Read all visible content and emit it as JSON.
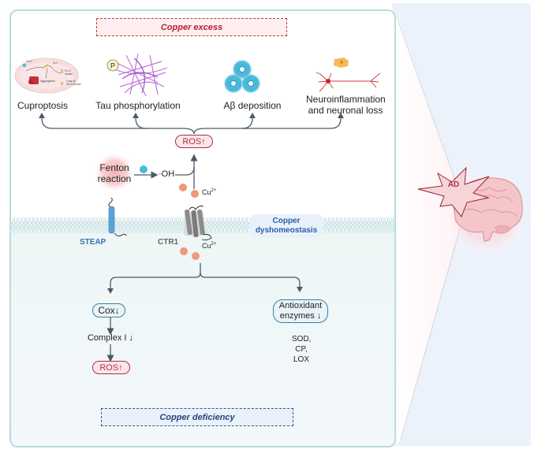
{
  "banners": {
    "copper_excess": "Copper excess",
    "copper_deficiency": "Copper deficiency"
  },
  "outcomes": [
    {
      "label": "Cuproptosis",
      "icon": "mitochondrion-icon"
    },
    {
      "label": "Tau phosphorylation",
      "icon": "tau-tangle-icon"
    },
    {
      "label": "Aβ deposition",
      "icon": "amyloid-plaque-icon"
    },
    {
      "label_line1": "Neuroinflammation",
      "label_line2": "and  neuronal loss",
      "icon": "neuron-icon"
    }
  ],
  "cuproptosis_inset": {
    "cu2": "Cu2+",
    "cu1": "Cu+",
    "dlat": "DLAT",
    "aggregation": "Aggregation",
    "fes_cluster": "Fe-S cluster",
    "loss": "Loss of Fe-S cluster"
  },
  "tau_badge": "P",
  "ros_top": "ROS↑",
  "fenton": {
    "line1": "Fenton",
    "line2": "reaction"
  },
  "oh": "·OH",
  "cu_top": {
    "base": "Cu",
    "sup": "2+"
  },
  "membrane": {
    "steap": "STEAP",
    "ctr1": "CTR1",
    "dyshomeostasis_line1": "Copper",
    "dyshomeostasis_line2": "dyshomeostasis"
  },
  "cu_bottom": {
    "base": "Cu",
    "sup": "2+"
  },
  "left_branch": {
    "cox": "Cox↓",
    "complex": "Complex I ↓",
    "ros": "ROS↑"
  },
  "right_branch": {
    "antioxidant_line1": "Antioxidant",
    "antioxidant_line2": "enzymes ↓",
    "enzymes": [
      "SOD,",
      "CP,",
      "LOX"
    ]
  },
  "disease": {
    "label": "AD"
  },
  "colors": {
    "ros": "#a8324a",
    "excess": "#b5202e",
    "deficiency": "#21477a",
    "membrane_label": "#3a6fb0",
    "copper_ion": "#f0987a",
    "water_ion": "#4cb8dc",
    "arrow": "#4a5a66"
  }
}
